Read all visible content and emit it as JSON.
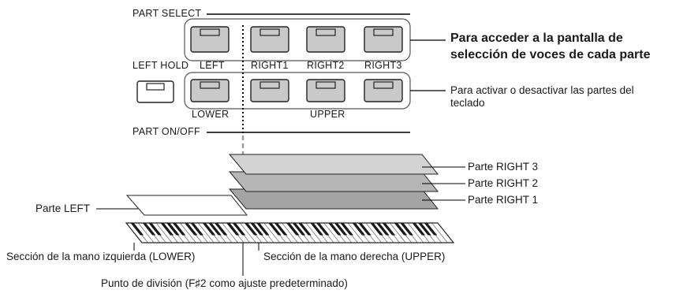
{
  "panel": {
    "part_select_label": "PART SELECT",
    "part_onoff_label": "PART ON/OFF",
    "left_hold_label": "LEFT HOLD",
    "button_labels": [
      "LEFT",
      "RIGHT1",
      "RIGHT2",
      "RIGHT3"
    ],
    "lower_label": "LOWER",
    "upper_label": "UPPER"
  },
  "callouts": {
    "select_line1": "Para acceder a la pantalla de",
    "select_line2": "selección de voces de cada parte",
    "onoff_line1": "Para activar o desactivar las partes del",
    "onoff_line2": "teclado"
  },
  "layers": {
    "right3": "Parte RIGHT 3",
    "right2": "Parte RIGHT 2",
    "right1": "Parte RIGHT 1",
    "left": "Parte LEFT"
  },
  "keyboard": {
    "left_section": "Sección de la mano izquierda (LOWER)",
    "right_section": "Sección de la mano derecha (UPPER)",
    "split_point": "Punto de división (F♯2 como ajuste predeterminado)"
  },
  "colors": {
    "button_fill": "#c9c9c9",
    "layer_right3": "#d3d3d3",
    "layer_right2": "#b6b6b6",
    "layer_right1": "#a4a4a4",
    "divider": "#9a9a9a"
  }
}
